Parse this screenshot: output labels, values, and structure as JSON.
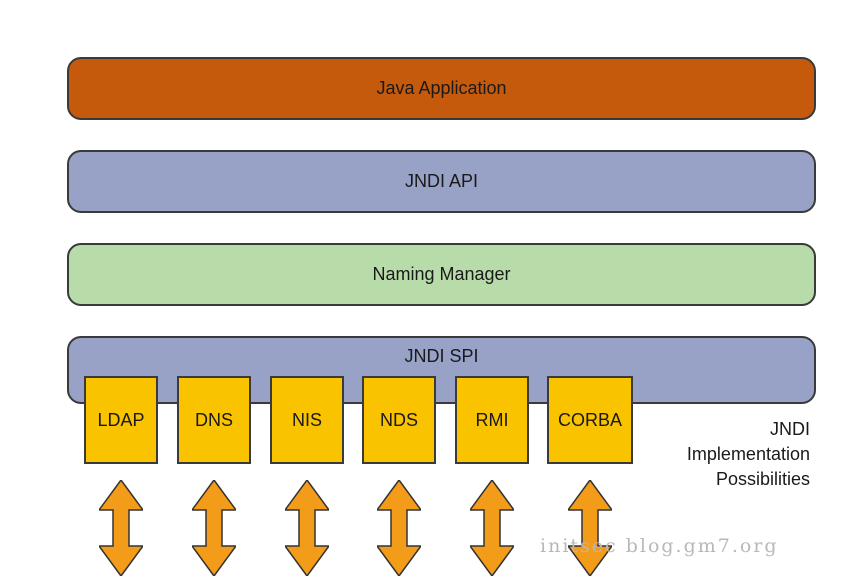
{
  "layers": {
    "java_application": "Java Application",
    "jndi_api": "JNDI API",
    "naming_manager": "Naming Manager",
    "jndi_spi": "JNDI SPI"
  },
  "implementations": [
    "LDAP",
    "DNS",
    "NIS",
    "NDS",
    "RMI",
    "CORBA"
  ],
  "side_note": {
    "line1": "JNDI",
    "line2": "Implementation",
    "line3": "Possibilities"
  },
  "watermark": "initsec blog.gm7.org",
  "colors": {
    "java_application": "#c55a0c",
    "jndi_api": "#97a2c6",
    "naming_manager": "#b8dca9",
    "jndi_spi": "#97a2c6",
    "implementation": "#f9c300",
    "arrow": "#f39c1a"
  }
}
